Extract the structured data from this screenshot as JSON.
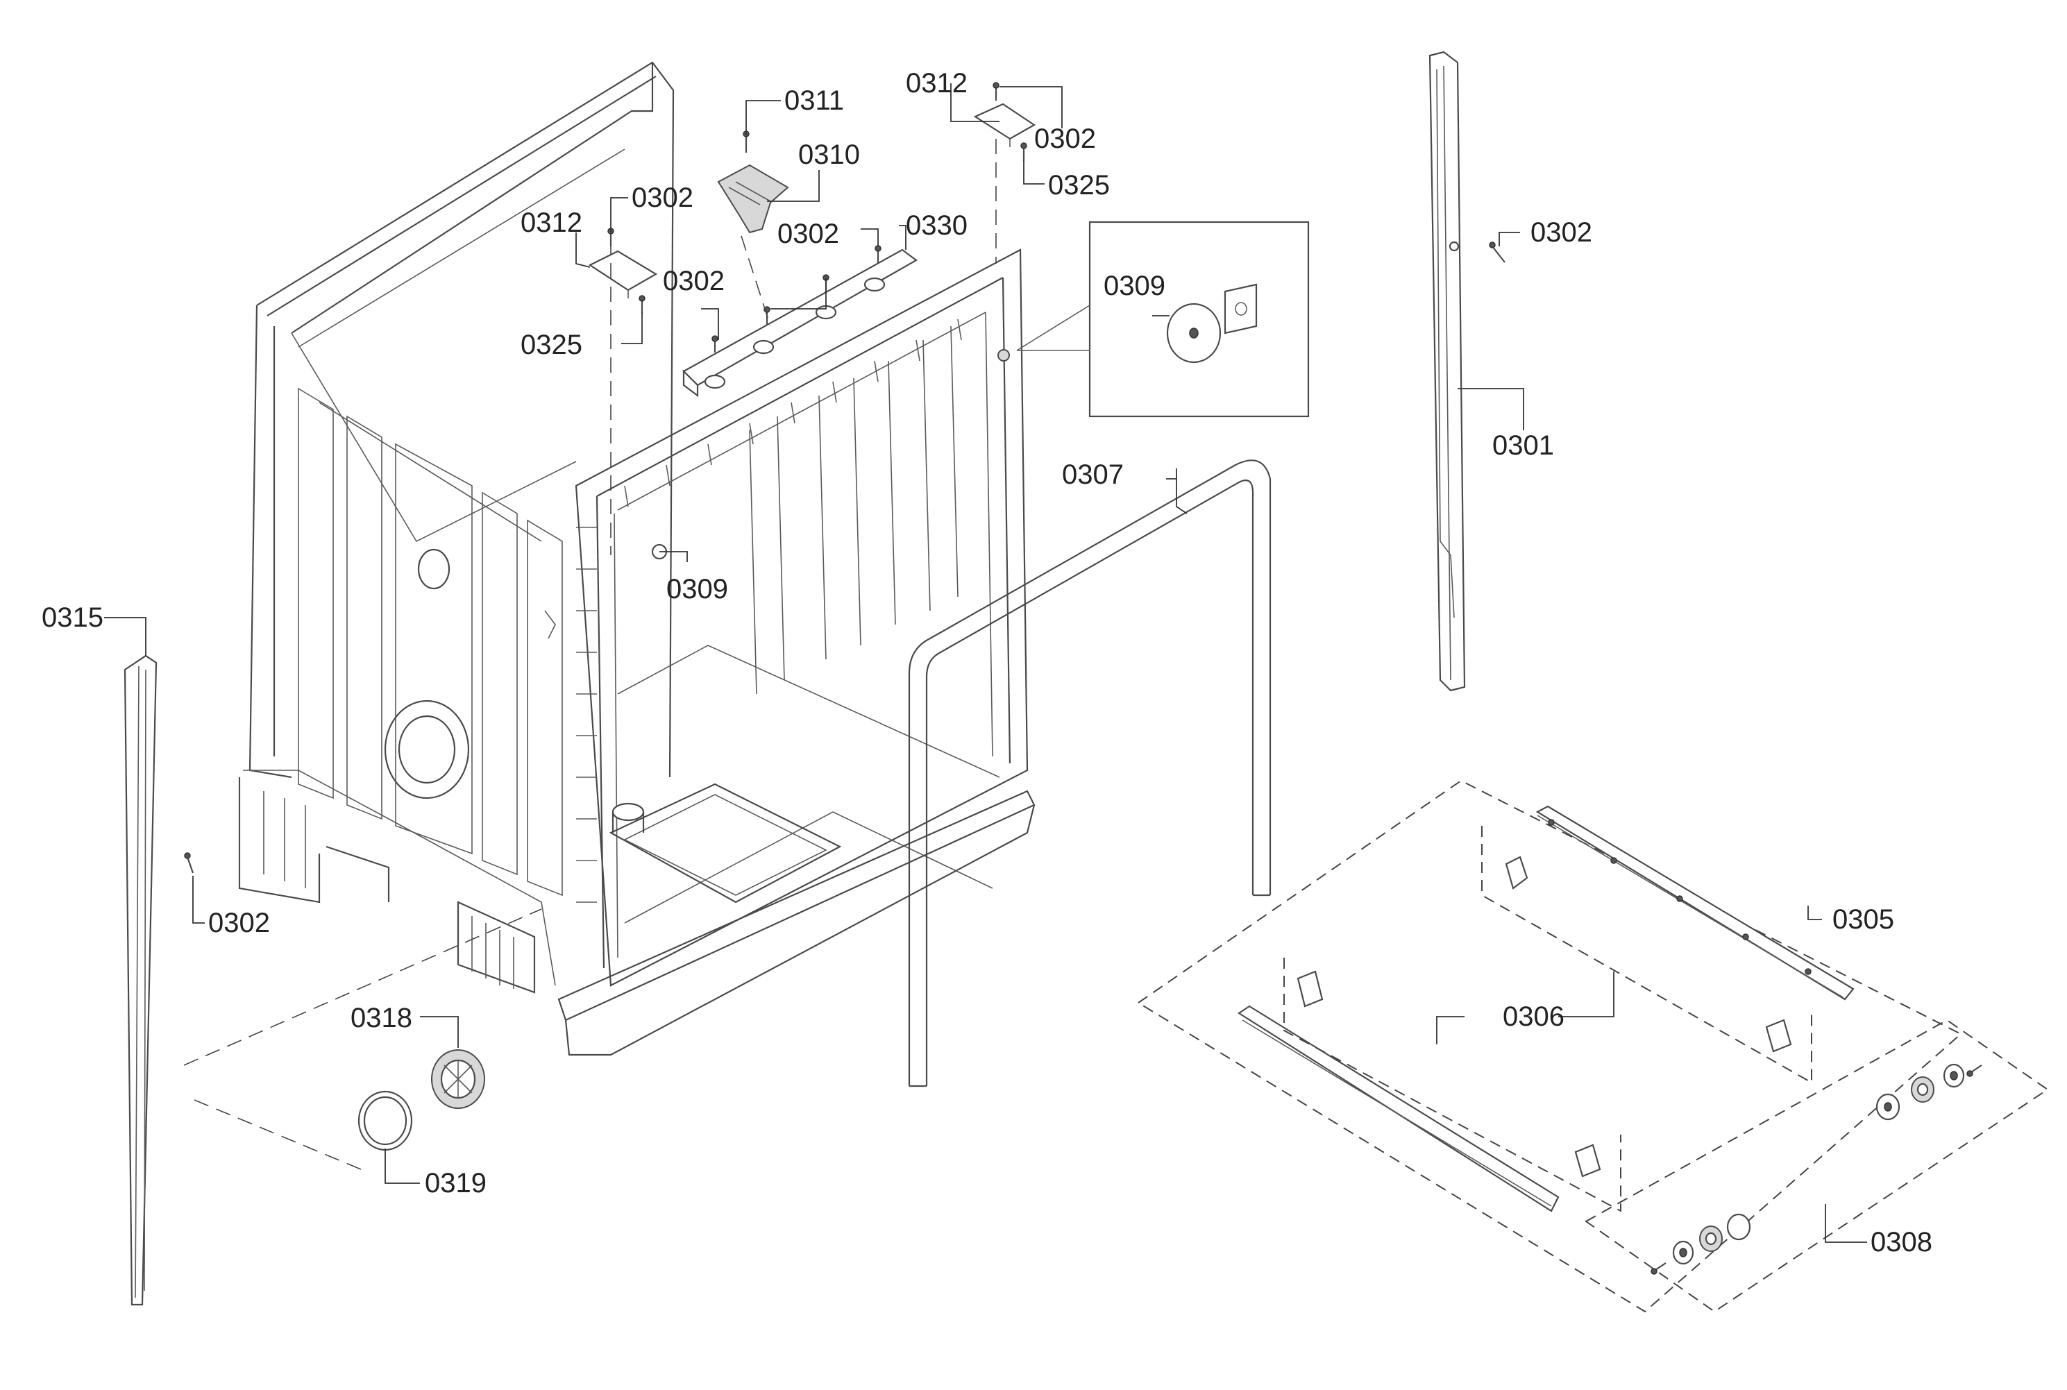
{
  "diagram": {
    "callouts": {
      "c0301": "0301",
      "c0302_a": "0302",
      "c0302_b": "0302",
      "c0302_c": "0302",
      "c0302_d": "0302",
      "c0302_e": "0302",
      "c0302_f": "0302",
      "c0305": "0305",
      "c0306": "0306",
      "c0307": "0307",
      "c0308": "0308",
      "c0309_a": "0309",
      "c0309_b": "0309",
      "c0310": "0310",
      "c0311": "0311",
      "c0312_a": "0312",
      "c0312_b": "0312",
      "c0315": "0315",
      "c0318": "0318",
      "c0319": "0319",
      "c0325_a": "0325",
      "c0325_b": "0325",
      "c0330": "0330"
    }
  }
}
